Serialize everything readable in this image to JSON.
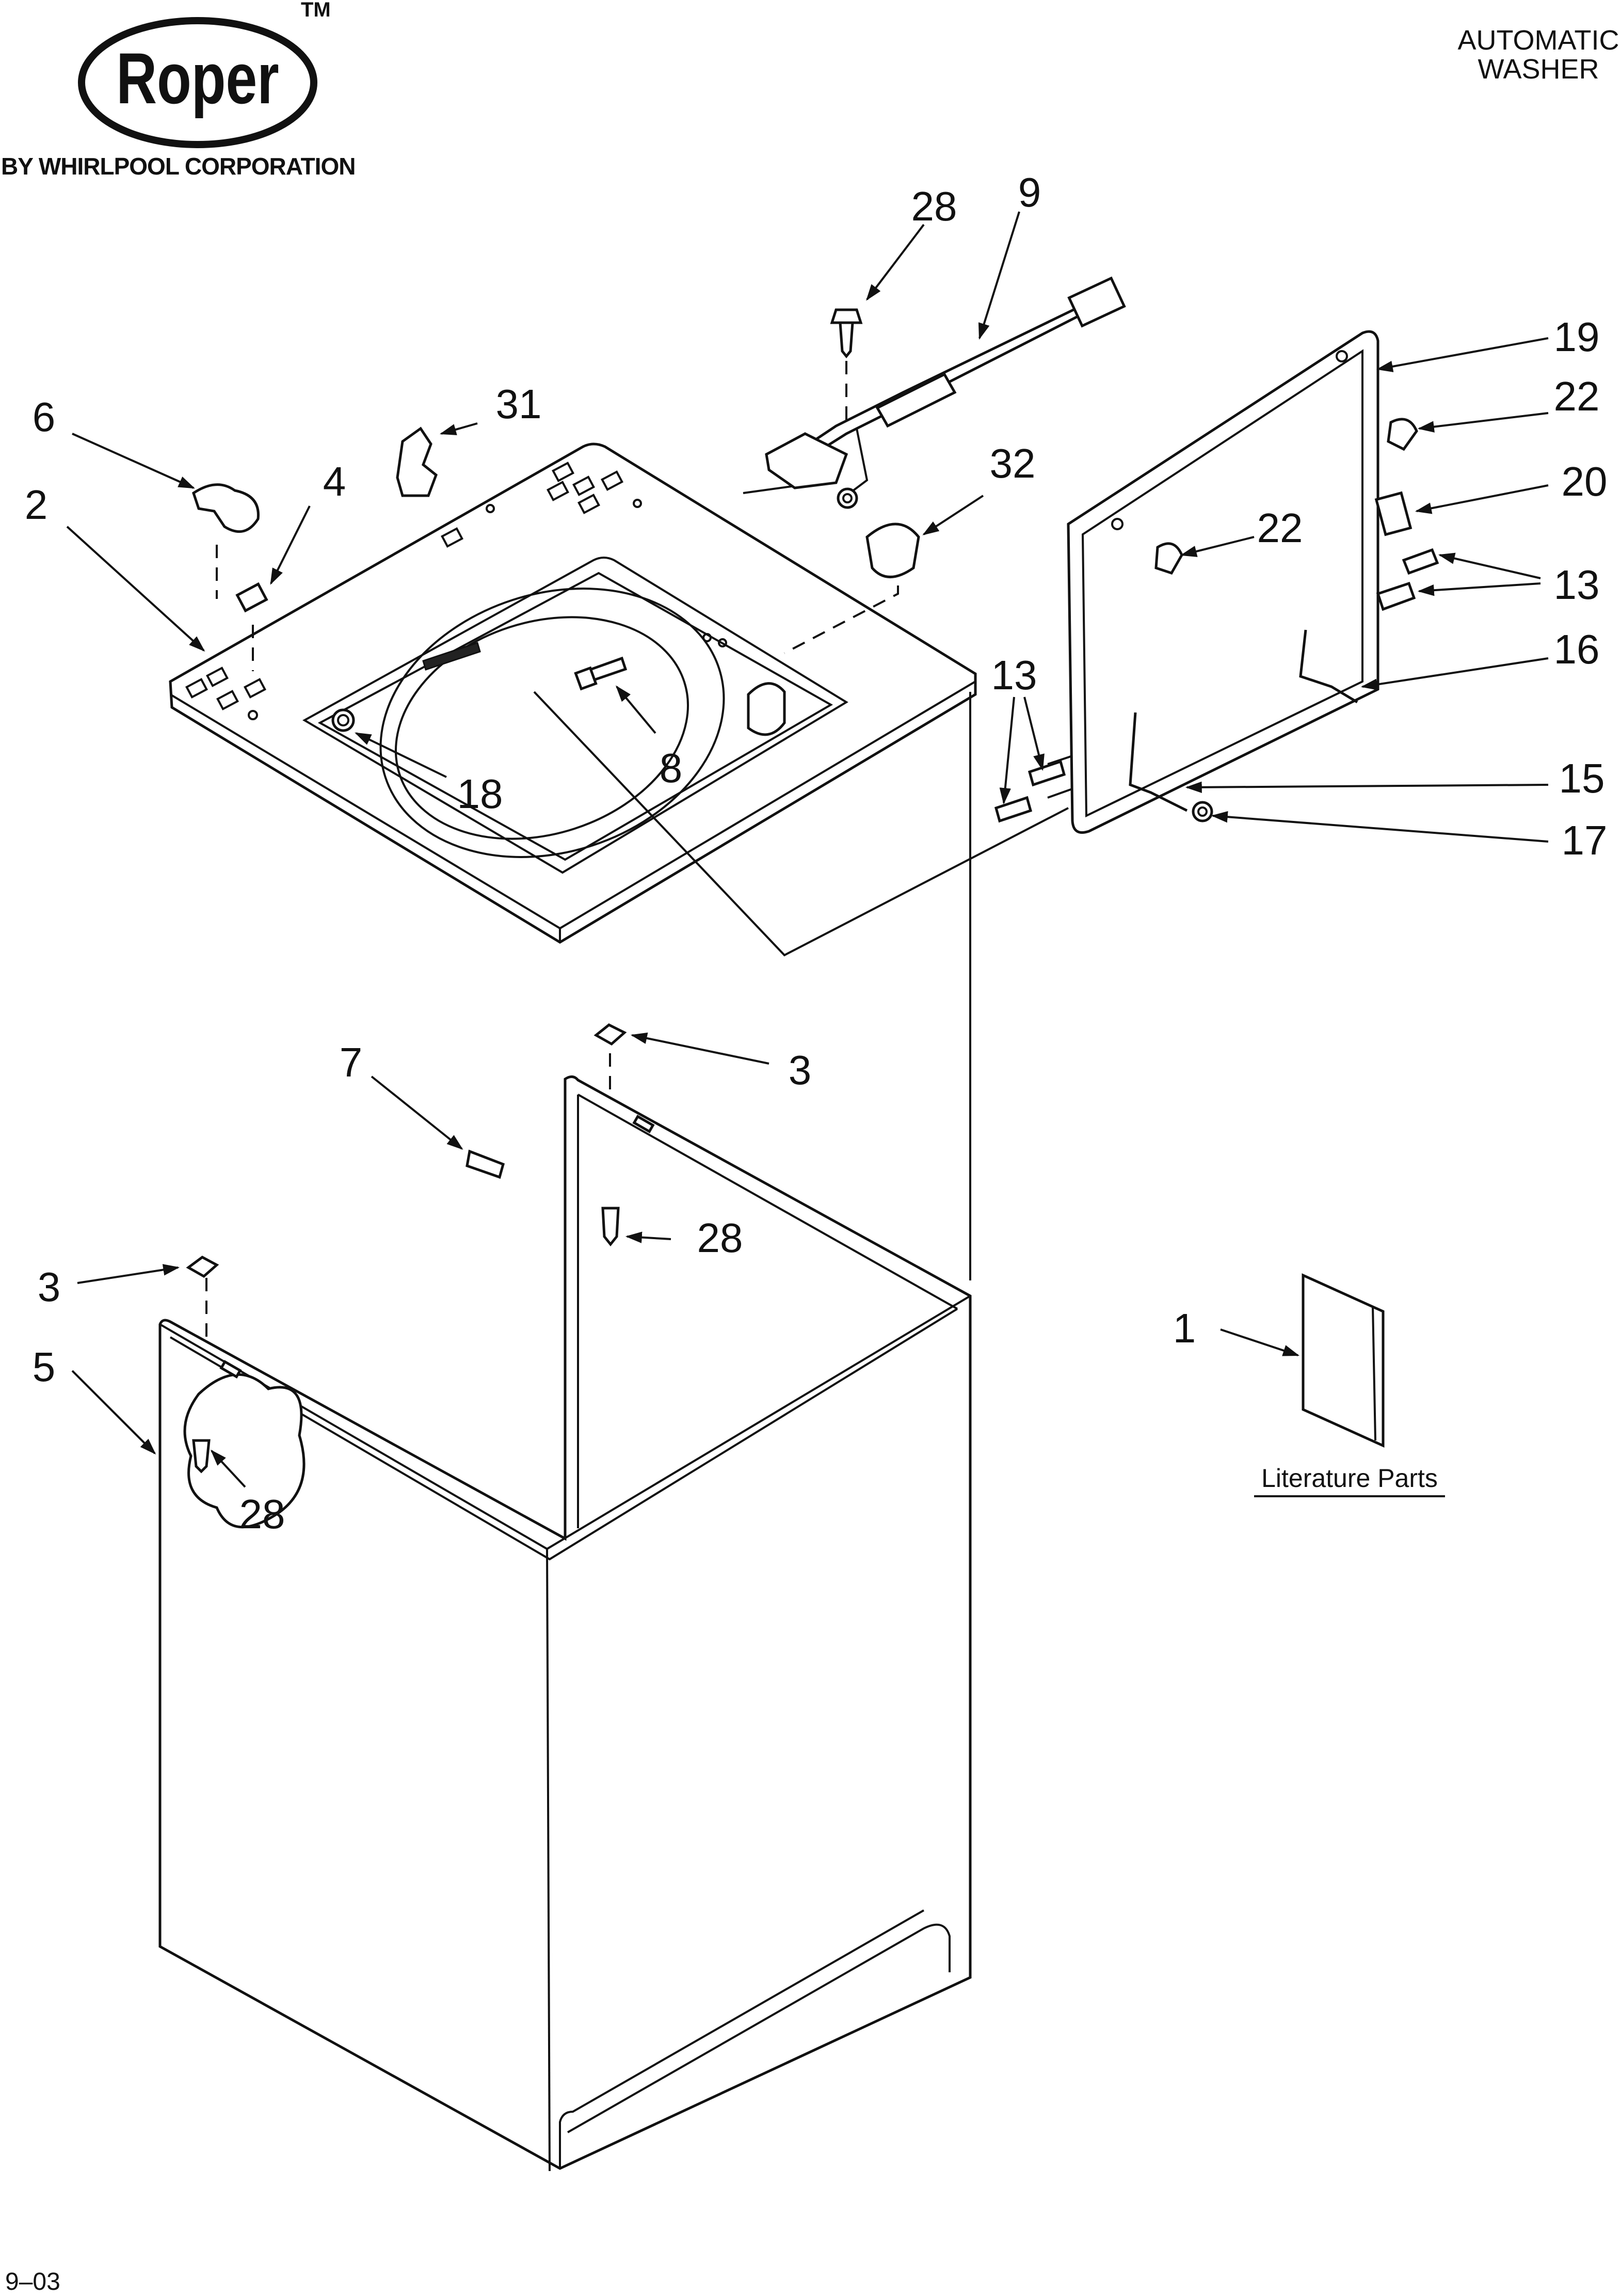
{
  "brand": {
    "logo_text": "Roper",
    "trademark": "TM",
    "byline": "BY WHIRLPOOL CORPORATION"
  },
  "header": {
    "title_line1": "AUTOMATIC",
    "title_line2": "WASHER"
  },
  "footer": {
    "code": "9–03"
  },
  "literature_label": "Literature Parts",
  "callouts": {
    "c28_top": "28",
    "c9": "9",
    "c19": "19",
    "c22_right": "22",
    "c20": "20",
    "c31": "31",
    "c6": "6",
    "c4": "4",
    "c2": "2",
    "c32": "32",
    "c22_mid": "22",
    "c13_right": "13",
    "c16": "16",
    "c13_left": "13",
    "c8": "8",
    "c18": "18",
    "c15": "15",
    "c17": "17",
    "c7": "7",
    "c3_top": "3",
    "c28_mid": "28",
    "c3_left": "3",
    "c5": "5",
    "c1": "1",
    "c28_low": "28"
  }
}
